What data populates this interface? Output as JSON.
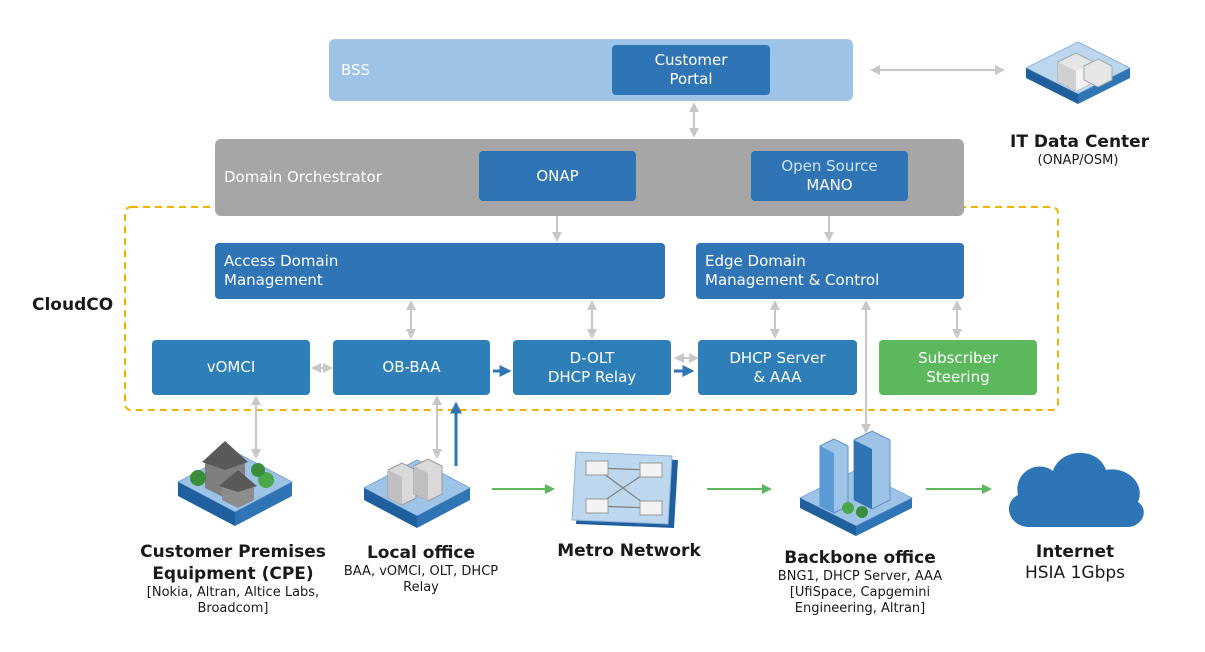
{
  "top": {
    "bss_label": "BSS",
    "customer_portal": [
      "Customer",
      "Portal"
    ]
  },
  "orchestrator": {
    "label": "Domain Orchestrator",
    "onap": "ONAP",
    "open_source": "Open Source",
    "mano": "MANO"
  },
  "it_dc": {
    "title": "IT Data Center",
    "subtitle": "(ONAP/OSM)"
  },
  "cloudco": {
    "label": "CloudCO",
    "access_domain": [
      "Access Domain",
      "Management"
    ],
    "edge_domain": [
      "Edge Domain",
      "Management & Control"
    ],
    "vomci": "vOMCI",
    "ob_baa": "OB-BAA",
    "d_olt": [
      "D-OLT",
      "DHCP Relay"
    ],
    "dhcp_server": [
      "DHCP Server",
      "& AAA"
    ],
    "subscriber_steering": [
      "Subscriber",
      "Steering"
    ]
  },
  "sites": {
    "cpe": {
      "title": [
        "Customer Premises",
        "Equipment (CPE)"
      ],
      "detail": [
        "[Nokia, Altran, Altice Labs,",
        "Broadcom]"
      ]
    },
    "local_office": {
      "title": "Local office",
      "detail": [
        "BAA, vOMCI, OLT, DHCP",
        "Relay"
      ]
    },
    "metro": {
      "title": "Metro Network"
    },
    "backbone": {
      "title": "Backbone office",
      "detail": [
        "BNG1, DHCP Server, AAA",
        "[UfiSpace, Capgemini",
        "Engineering, Altran]"
      ]
    },
    "internet": {
      "title": "Internet",
      "detail": "HSIA 1Gbps"
    }
  },
  "colors": {
    "box_blue": "#2f74b5",
    "bss_light": "#9dc3e6",
    "orch_gray": "#a6a6a6",
    "steering_green": "#5cb85c",
    "cloudco_border": "#f0b400",
    "connector_gray": "#c8c8c8",
    "flow_green": "#5cb85c"
  }
}
